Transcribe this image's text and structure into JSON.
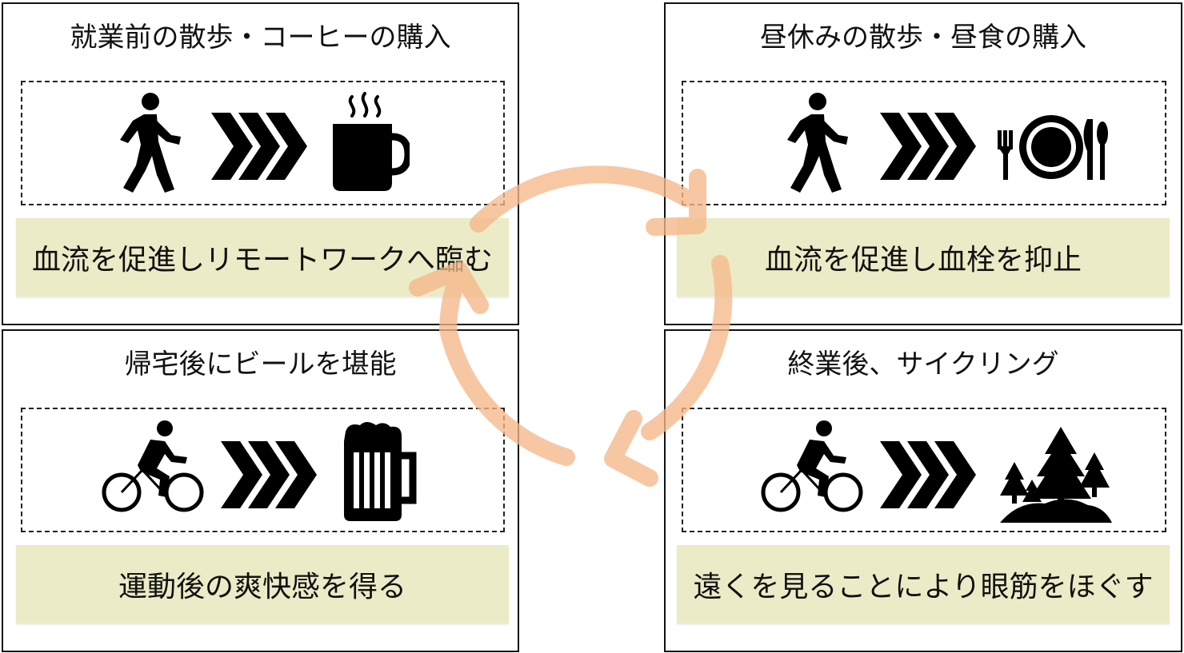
{
  "panels": [
    {
      "title": "就業前の散歩・コーヒーの購入",
      "caption": "血流を促進しリモートワークへ臨む",
      "activity_icon": "walking-person-icon",
      "result_icon": "hot-coffee-mug-icon"
    },
    {
      "title": "昼休みの散歩・昼食の購入",
      "caption": "血流を促進し血栓を抑止",
      "activity_icon": "walking-person-icon",
      "result_icon": "plate-fork-knife-icon"
    },
    {
      "title": "帰宅後にビールを堪能",
      "caption": "運動後の爽快感を得る",
      "activity_icon": "cyclist-icon",
      "result_icon": "beer-mug-icon"
    },
    {
      "title": "終業後、サイクリング",
      "caption": "遠くを見ることにより眼筋をほぐす",
      "activity_icon": "cyclist-icon",
      "result_icon": "forest-trees-icon"
    }
  ],
  "arrow_icon": "triple-chevron-right-icon",
  "cycle_icon": "cycle-arrows-icon",
  "colors": {
    "caption_background": "#ecebc7",
    "cycle_arrow": "#f6b88a",
    "border": "#111111",
    "icon": "#000000"
  }
}
